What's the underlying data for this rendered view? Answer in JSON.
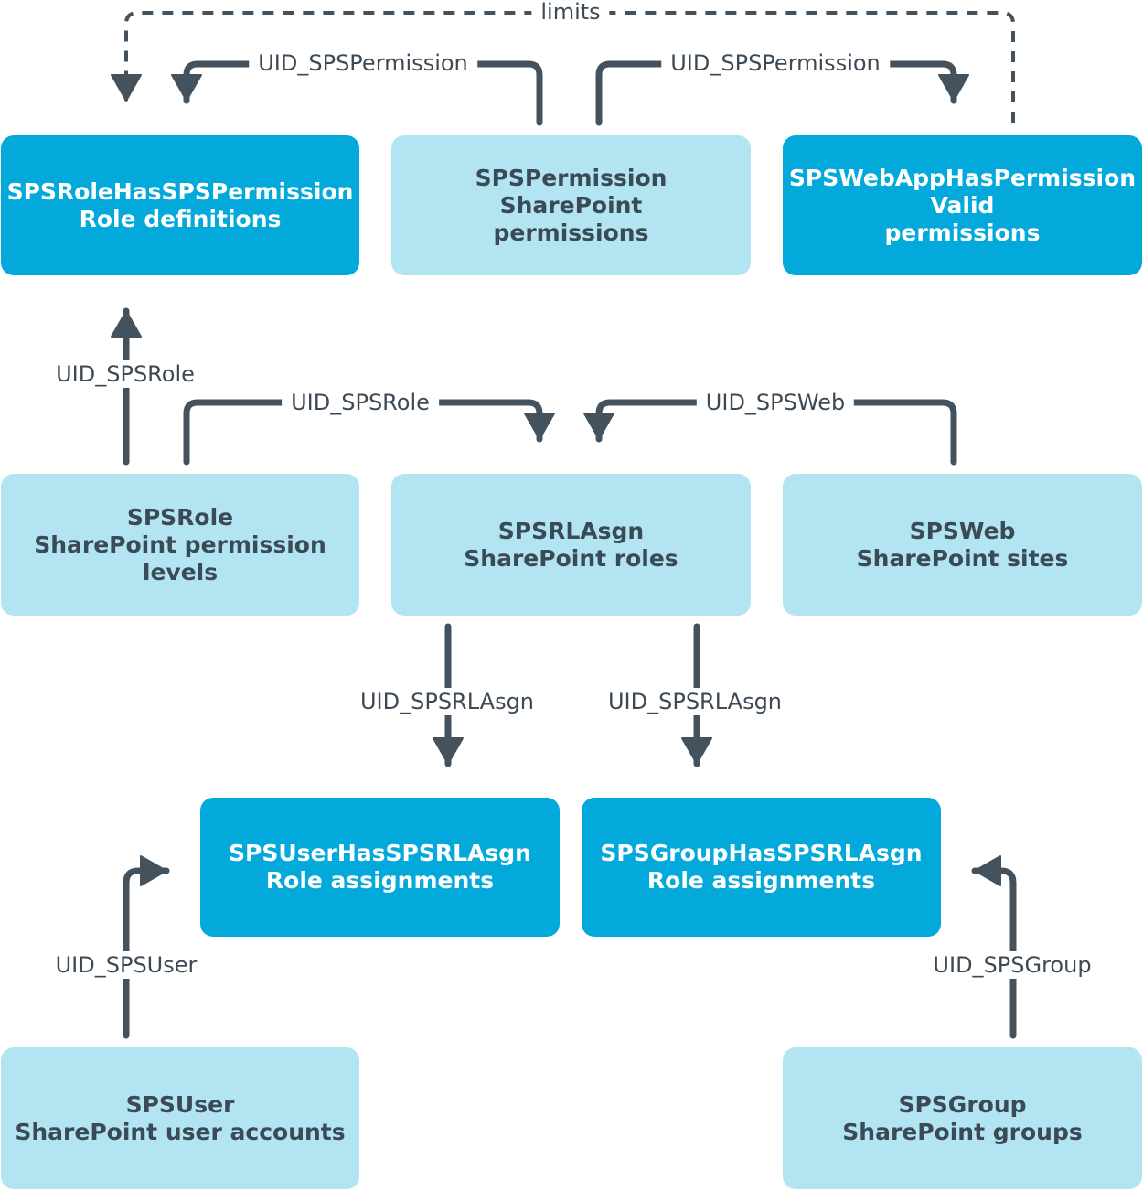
{
  "boxes": {
    "role_has_permission": {
      "name": "SPSRoleHasSPSPermission",
      "desc": "Role definitions"
    },
    "permission": {
      "name": "SPSPermission",
      "desc1": "SharePoint",
      "desc2": "permissions"
    },
    "webapp_has_permission": {
      "name": "SPSWebAppHasPermission",
      "desc1": "Valid",
      "desc2": "permissions"
    },
    "role": {
      "name": "SPSRole",
      "desc1": "SharePoint permission",
      "desc2": "levels"
    },
    "rlasgn": {
      "name": "SPSRLAsgn",
      "desc": "SharePoint roles"
    },
    "web": {
      "name": "SPSWeb",
      "desc": "SharePoint sites"
    },
    "user_has_rlasgn": {
      "name": "SPSUserHasSPSRLAsgn",
      "desc": "Role assignments"
    },
    "group_has_rlasgn": {
      "name": "SPSGroupHasSPSRLAsgn",
      "desc": "Role assignments"
    },
    "user": {
      "name": "SPSUser",
      "desc": "SharePoint user accounts"
    },
    "group": {
      "name": "SPSGroup",
      "desc": "SharePoint groups"
    }
  },
  "labels": {
    "limits": "limits",
    "permission_to_role_def": "UID_SPSPermission",
    "permission_to_webapp": "UID_SPSPermission",
    "role_to_role_def": "UID_SPSRole",
    "role_to_rlasgn": "UID_SPSRole",
    "web_to_rlasgn": "UID_SPSWeb",
    "rlasgn_to_user_assign": "UID_SPSRLAsgn",
    "rlasgn_to_group_assign": "UID_SPSRLAsgn",
    "user_to_assign": "UID_SPSUser",
    "group_to_assign": "UID_SPSGroup"
  },
  "colors": {
    "light_box": "#b3e4f2",
    "dark_box": "#04a9db",
    "connector": "#44525e"
  }
}
